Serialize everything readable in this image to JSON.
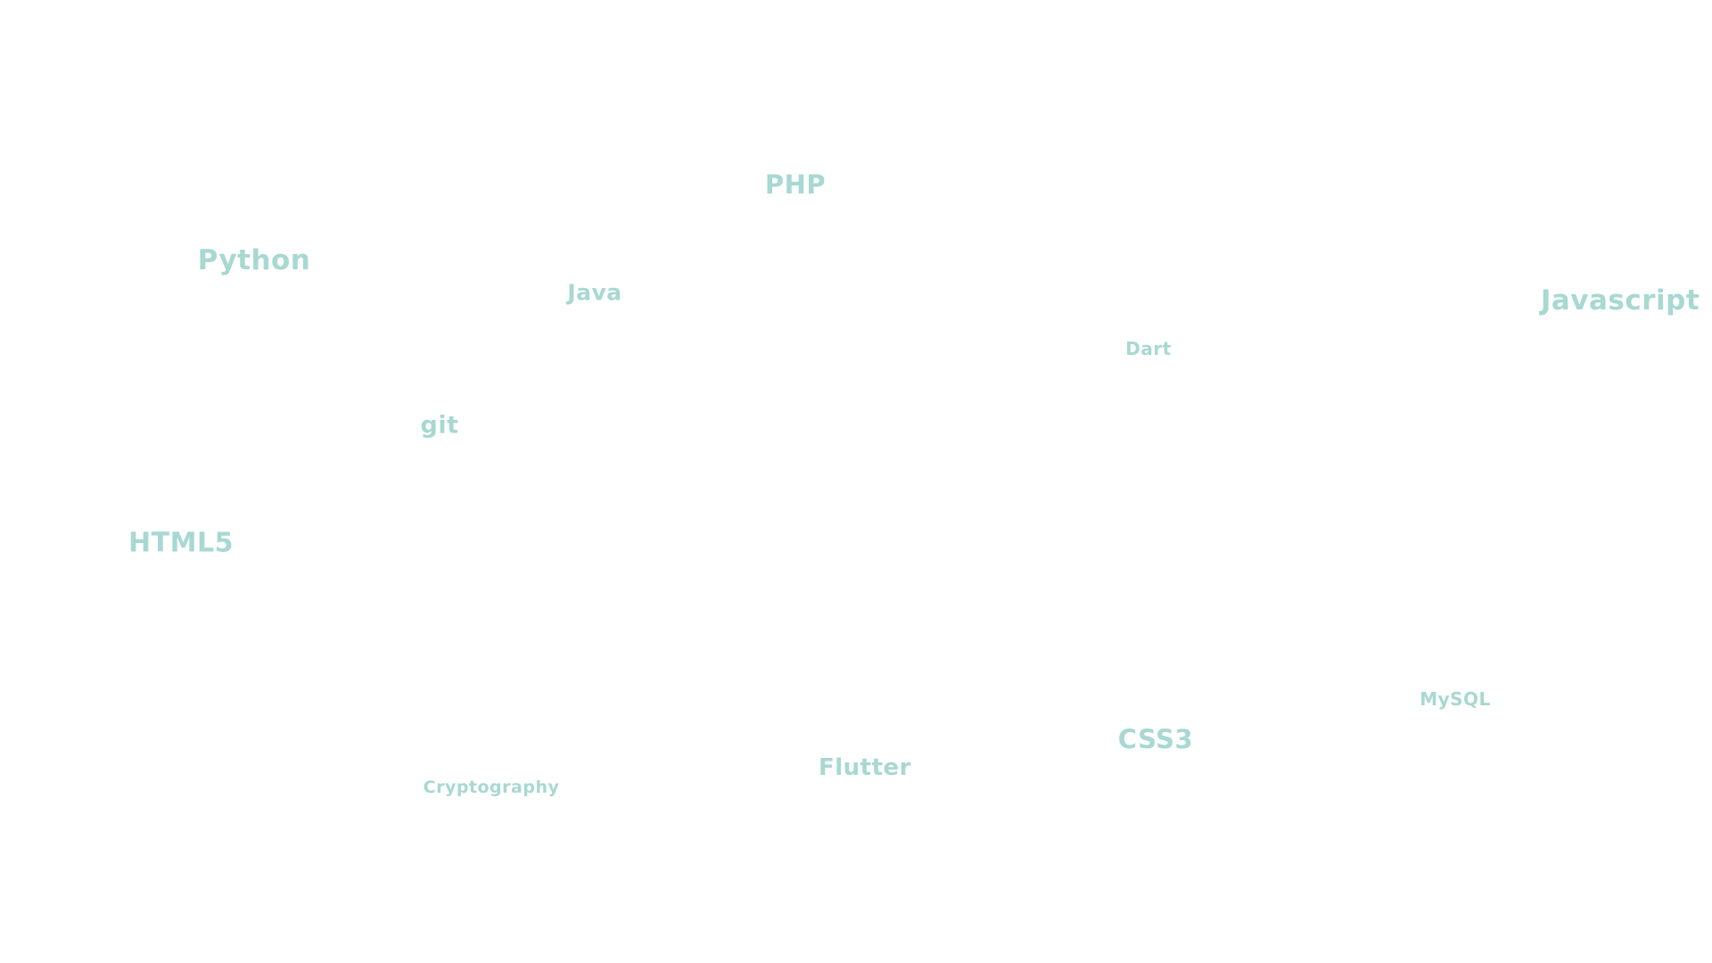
{
  "tag_cloud": {
    "color": "#a8d8d2",
    "tags": [
      {
        "label": "PHP"
      },
      {
        "label": "Python"
      },
      {
        "label": "Java"
      },
      {
        "label": "Javascript"
      },
      {
        "label": "Dart"
      },
      {
        "label": "git"
      },
      {
        "label": "HTML5"
      },
      {
        "label": "MySQL"
      },
      {
        "label": "CSS3"
      },
      {
        "label": "Flutter"
      },
      {
        "label": "Cryptography"
      }
    ]
  }
}
